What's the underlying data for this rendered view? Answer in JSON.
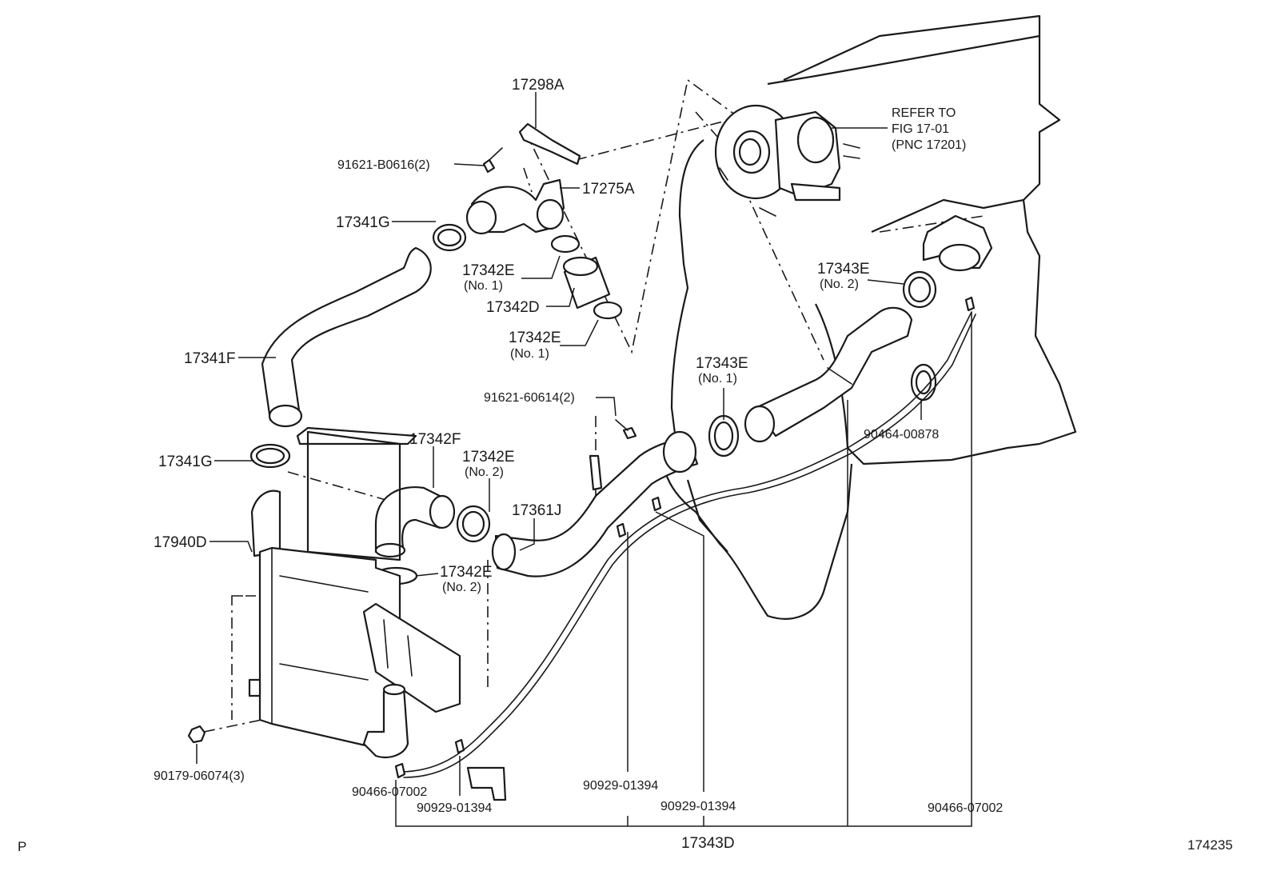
{
  "labels": {
    "p17298A": "17298A",
    "p91621_B0616": "91621-B0616(2)",
    "p17275A": "17275A",
    "p17341G_top": "17341G",
    "p17342E_1a": "17342E",
    "p17342E_1a_sub": "(No. 1)",
    "p17342D": "17342D",
    "p17342E_1b": "17342E",
    "p17342E_1b_sub": "(No. 1)",
    "p17341F": "17341F",
    "p17341G_bottom": "17341G",
    "p17342F": "17342F",
    "p17342E_2a": "17342E",
    "p17342E_2a_sub": "(No. 2)",
    "p17940D": "17940D",
    "p17342E_2b": "17342E",
    "p17342E_2b_sub": "(No. 2)",
    "p17361J": "17361J",
    "p91621_60614": "91621-60614(2)",
    "p17343E_1": "17343E",
    "p17343E_1_sub": "(No. 1)",
    "p17343E_2": "17343E",
    "p17343E_2_sub": "(No. 2)",
    "p90464_00878": "90464-00878",
    "p90179_06074": "90179-06074(3)",
    "p90466_07002_left": "90466-07002",
    "p90929_01394_a": "90929-01394",
    "p90929_01394_b": "90929-01394",
    "p90929_01394_c": "90929-01394",
    "p90466_07002_right": "90466-07002",
    "p17343D": "17343D",
    "refer_line1": "REFER TO",
    "refer_line2": "FIG  17-01",
    "refer_line3": "(PNC 17201)"
  },
  "corner": {
    "left": "P",
    "right": "174235"
  }
}
